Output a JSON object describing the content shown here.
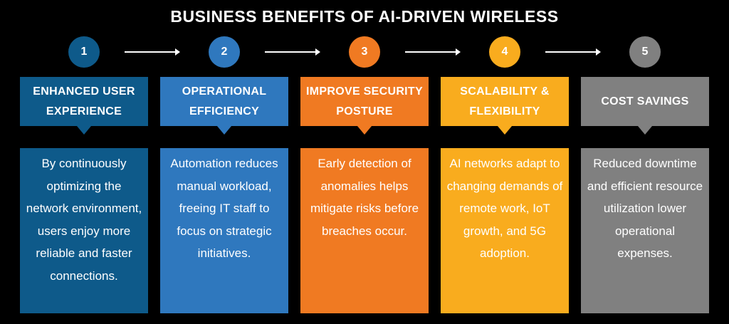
{
  "title": "BUSINESS BENEFITS OF AI-DRIVEN WIRELESS",
  "steps": [
    {
      "number": "1",
      "heading": "ENHANCED USER EXPERIENCE",
      "text": "By continuously optimizing the network environment, users enjoy more reliable and faster connections.",
      "color": "#0E5A8A"
    },
    {
      "number": "2",
      "heading": "OPERATIONAL EFFICIENCY",
      "text": "Automation reduces manual workload, freeing IT staff to focus on strategic initiatives.",
      "color": "#2F78BE"
    },
    {
      "number": "3",
      "heading": "IMPROVE SECURITY POSTURE",
      "text": "Early detection of anomalies helps mitigate risks before breaches occur.",
      "color": "#F07A22"
    },
    {
      "number": "4",
      "heading": "SCALABILITY & FLEXIBILITY",
      "text": "AI networks adapt to changing demands of remote work, IoT growth, and 5G adoption.",
      "color": "#F9AC1E"
    },
    {
      "number": "5",
      "heading": "COST SAVINGS",
      "text": "Reduced downtime and efficient resource utilization lower operational expenses.",
      "color": "#808080"
    }
  ]
}
